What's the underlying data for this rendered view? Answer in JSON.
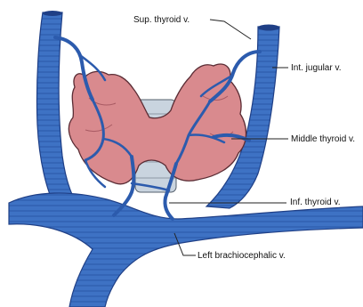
{
  "labels": {
    "sup_thyroid": "Sup. thyroid v.",
    "int_jugular": "Int. jugular v.",
    "middle_thyroid": "Middle thyroid v.",
    "inf_thyroid": "Inf. thyroid v.",
    "left_brachiocephalic": "Left brachiocephalic v."
  },
  "colors": {
    "vein_fill": "#3b6fc0",
    "vein_stroke": "#1f3f86",
    "gland_fill": "#d98a8e",
    "gland_stroke": "#5a2c34",
    "trachea": "#c9d4df",
    "leader_line": "#222222"
  }
}
